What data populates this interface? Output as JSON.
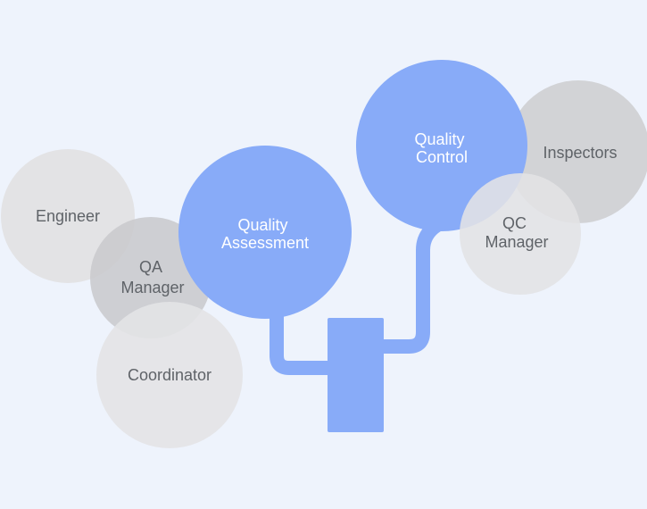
{
  "colors": {
    "background": "#eef3fc",
    "blue": "#88abf8",
    "blue_light": "#b4c9f5",
    "gray_light": "#e3e3e5",
    "gray_mid": "#d2d3d6",
    "gray_dark": "#c9cacd",
    "label_gray": "#5f6368",
    "label_white": "#ffffff"
  },
  "diagram": {
    "hubs": [
      {
        "id": "quality-assessment",
        "lines": [
          "Quality",
          "Assessment"
        ]
      },
      {
        "id": "quality-control",
        "lines": [
          "Quality",
          "Control"
        ]
      }
    ],
    "roles": [
      {
        "id": "engineer",
        "lines": [
          "Engineer"
        ],
        "hub": "quality-assessment"
      },
      {
        "id": "qa-manager",
        "lines": [
          "QA",
          "Manager"
        ],
        "hub": "quality-assessment"
      },
      {
        "id": "coordinator",
        "lines": [
          "Coordinator"
        ],
        "hub": "quality-assessment"
      },
      {
        "id": "inspectors",
        "lines": [
          "Inspectors"
        ],
        "hub": "quality-control"
      },
      {
        "id": "qc-manager",
        "lines": [
          "QC",
          "Manager"
        ],
        "hub": "quality-control"
      }
    ]
  }
}
